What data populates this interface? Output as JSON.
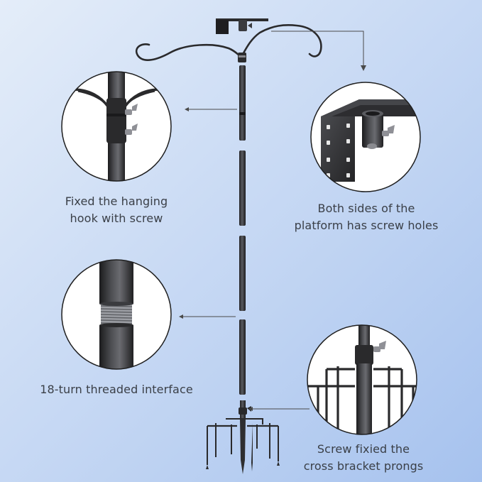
{
  "callouts": {
    "hook": {
      "line1": "Fixed the hanging",
      "line2": "hook with screw"
    },
    "platform": {
      "line1": "Both sides of the",
      "line2": "platform has screw holes"
    },
    "thread": {
      "line1": "18-turn threaded interface"
    },
    "prongs": {
      "line1": "Screw fixied the",
      "line2": "cross bracket prongs"
    }
  },
  "colors": {
    "background_top": "#dbe6f7",
    "background_bottom": "#aec8ef",
    "metal": "#2f2f31",
    "metal_highlight": "#55565a",
    "circle_fill": "#ffffff",
    "circle_stroke": "#1f1f1f",
    "leader_line": "#4a4a4a"
  }
}
